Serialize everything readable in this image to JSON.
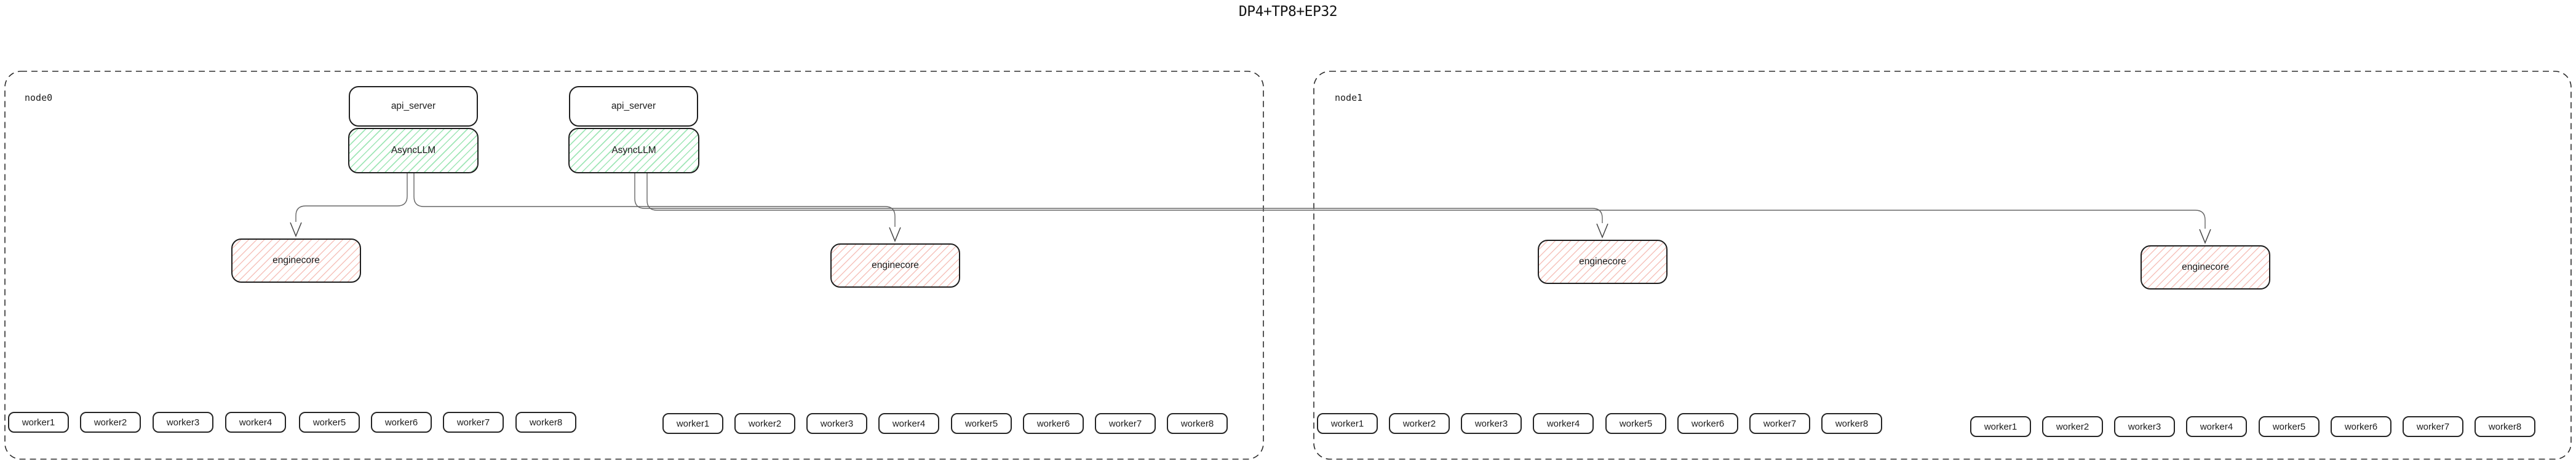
{
  "title": "DP4+TP8+EP32",
  "colors": {
    "green_hatch": "#9fe6b6",
    "red_hatch": "#f6c2bb",
    "connector": "#666666",
    "box_border": "#1e1e1e",
    "node_border": "#2b2b2b"
  },
  "node0": {
    "label": "node0",
    "api_server_1": "api_server",
    "asyncllm_1": "AsyncLLM",
    "api_server_2": "api_server",
    "asyncllm_2": "AsyncLLM",
    "enginecore_1": "enginecore",
    "enginecore_2": "enginecore",
    "worker_groups": [
      [
        "worker1",
        "worker2",
        "worker3",
        "worker4",
        "worker5",
        "worker6",
        "worker7",
        "worker8"
      ],
      [
        "worker1",
        "worker2",
        "worker3",
        "worker4",
        "worker5",
        "worker6",
        "worker7",
        "worker8"
      ]
    ]
  },
  "node1": {
    "label": "node1",
    "enginecore_1": "enginecore",
    "enginecore_2": "enginecore",
    "worker_groups": [
      [
        "worker1",
        "worker2",
        "worker3",
        "worker4",
        "worker5",
        "worker6",
        "worker7",
        "worker8"
      ],
      [
        "worker1",
        "worker2",
        "worker3",
        "worker4",
        "worker5",
        "worker6",
        "worker7",
        "worker8"
      ]
    ]
  }
}
